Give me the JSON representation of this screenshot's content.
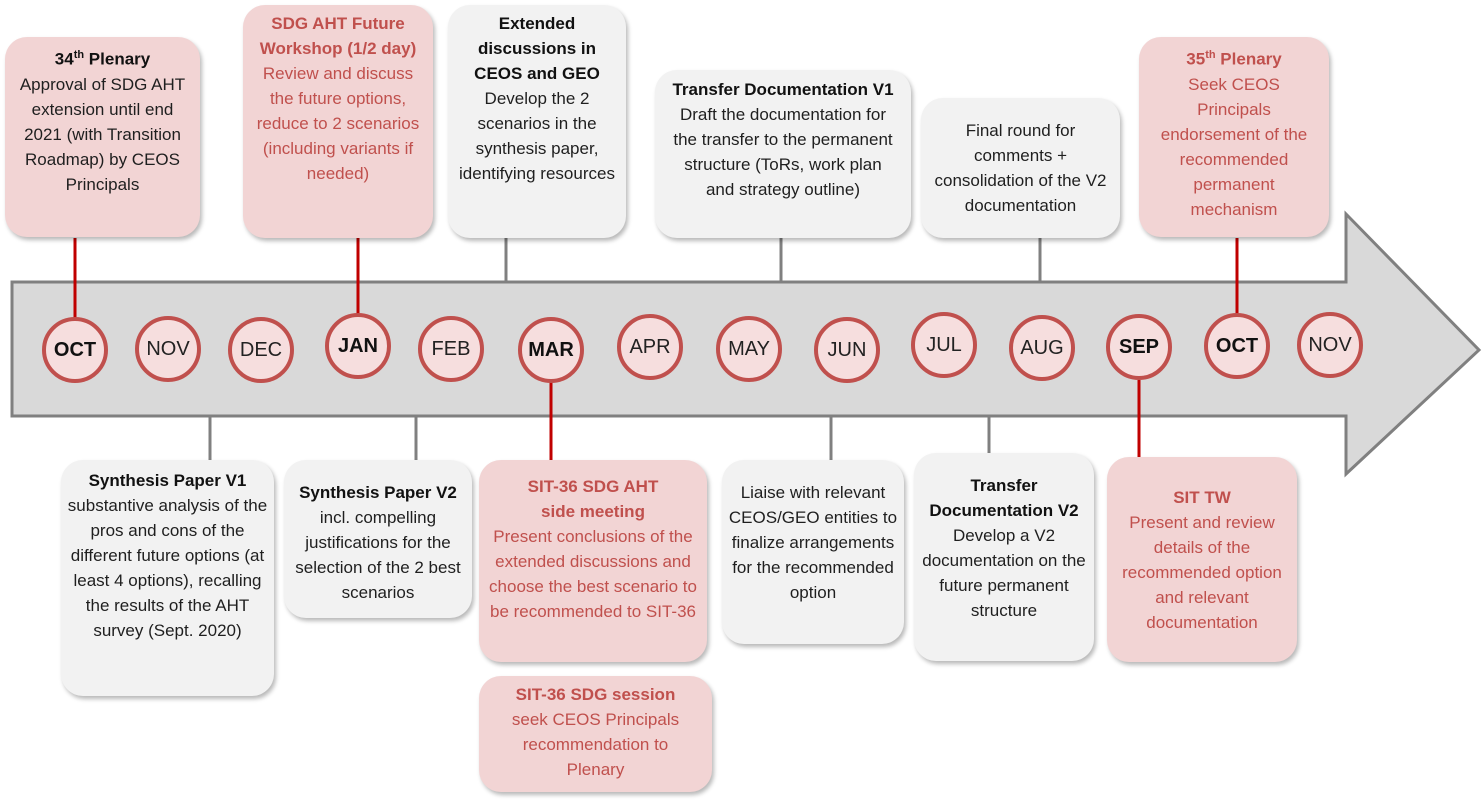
{
  "months": [
    {
      "label": "OCT",
      "bold": true
    },
    {
      "label": "NOV",
      "bold": false
    },
    {
      "label": "DEC",
      "bold": false
    },
    {
      "label": "JAN",
      "bold": true
    },
    {
      "label": "FEB",
      "bold": false
    },
    {
      "label": "MAR",
      "bold": true
    },
    {
      "label": "APR",
      "bold": false
    },
    {
      "label": "MAY",
      "bold": false
    },
    {
      "label": "JUN",
      "bold": false
    },
    {
      "label": "JUL",
      "bold": false
    },
    {
      "label": "AUG",
      "bold": false
    },
    {
      "label": "SEP",
      "bold": true
    },
    {
      "label": "OCT",
      "bold": true
    },
    {
      "label": "NOV",
      "bold": false
    }
  ],
  "colors": {
    "accent": "#c0504d",
    "pink_box": "#f2d4d4",
    "gray_box": "#f2f2f2",
    "arrow": "#d9d9d9",
    "arrow_border": "#808080",
    "connector_gray": "#808080",
    "connector_red": "#c00000"
  },
  "events": {
    "plenary34": {
      "title": "34",
      "title_sup": "th",
      "title_rest": " Plenary",
      "body": "Approval of SDG AHT extension until end 2021 (with Transition Roadmap) by CEOS Principals"
    },
    "workshop": {
      "title": "SDG AHT Future Workshop (1/2 day)",
      "body": "Review and discuss the future options, reduce to 2 scenarios (including variants if needed)"
    },
    "extended": {
      "title": "Extended discussions in CEOS and GEO",
      "body": "Develop the 2 scenarios in the synthesis paper, identifying resources"
    },
    "transfer_v1": {
      "title": "Transfer Documentation V1",
      "body": "Draft the documentation for the transfer to the permanent structure (ToRs, work plan and strategy outline)"
    },
    "final_round": {
      "title": "",
      "body": "Final round for comments + consolidation of the V2 documentation"
    },
    "plenary35": {
      "title": "35",
      "title_sup": "th",
      "title_rest": " Plenary",
      "body": "Seek CEOS Principals endorsement of the recommended permanent mechanism"
    },
    "synthesis_v1": {
      "title": "Synthesis Paper V1",
      "body": "substantive analysis of the pros and cons of the different future options (at least 4 options), recalling the results of the AHT survey (Sept. 2020)"
    },
    "synthesis_v2": {
      "title": "Synthesis Paper V2",
      "body": "incl. compelling justifications for the selection of the 2 best scenarios"
    },
    "sit36": {
      "title": "SIT-36 SDG AHT side meeting",
      "body": "Present conclusions of the extended discussions and choose the best scenario to be recommended to SIT-36"
    },
    "sit36_session": {
      "title": "SIT-36 SDG session",
      "body": "seek CEOS Principals recommendation to Plenary"
    },
    "liaise": {
      "title": "",
      "body": "Liaise with relevant CEOS/GEO entities to finalize arrangements for the recommended option"
    },
    "transfer_v2": {
      "title": "Transfer Documentation V2",
      "body": "Develop a V2 documentation on the future permanent structure"
    },
    "sit_tw": {
      "title": "SIT TW",
      "body": "Present and review details of the recommended option and relevant documentation"
    }
  }
}
